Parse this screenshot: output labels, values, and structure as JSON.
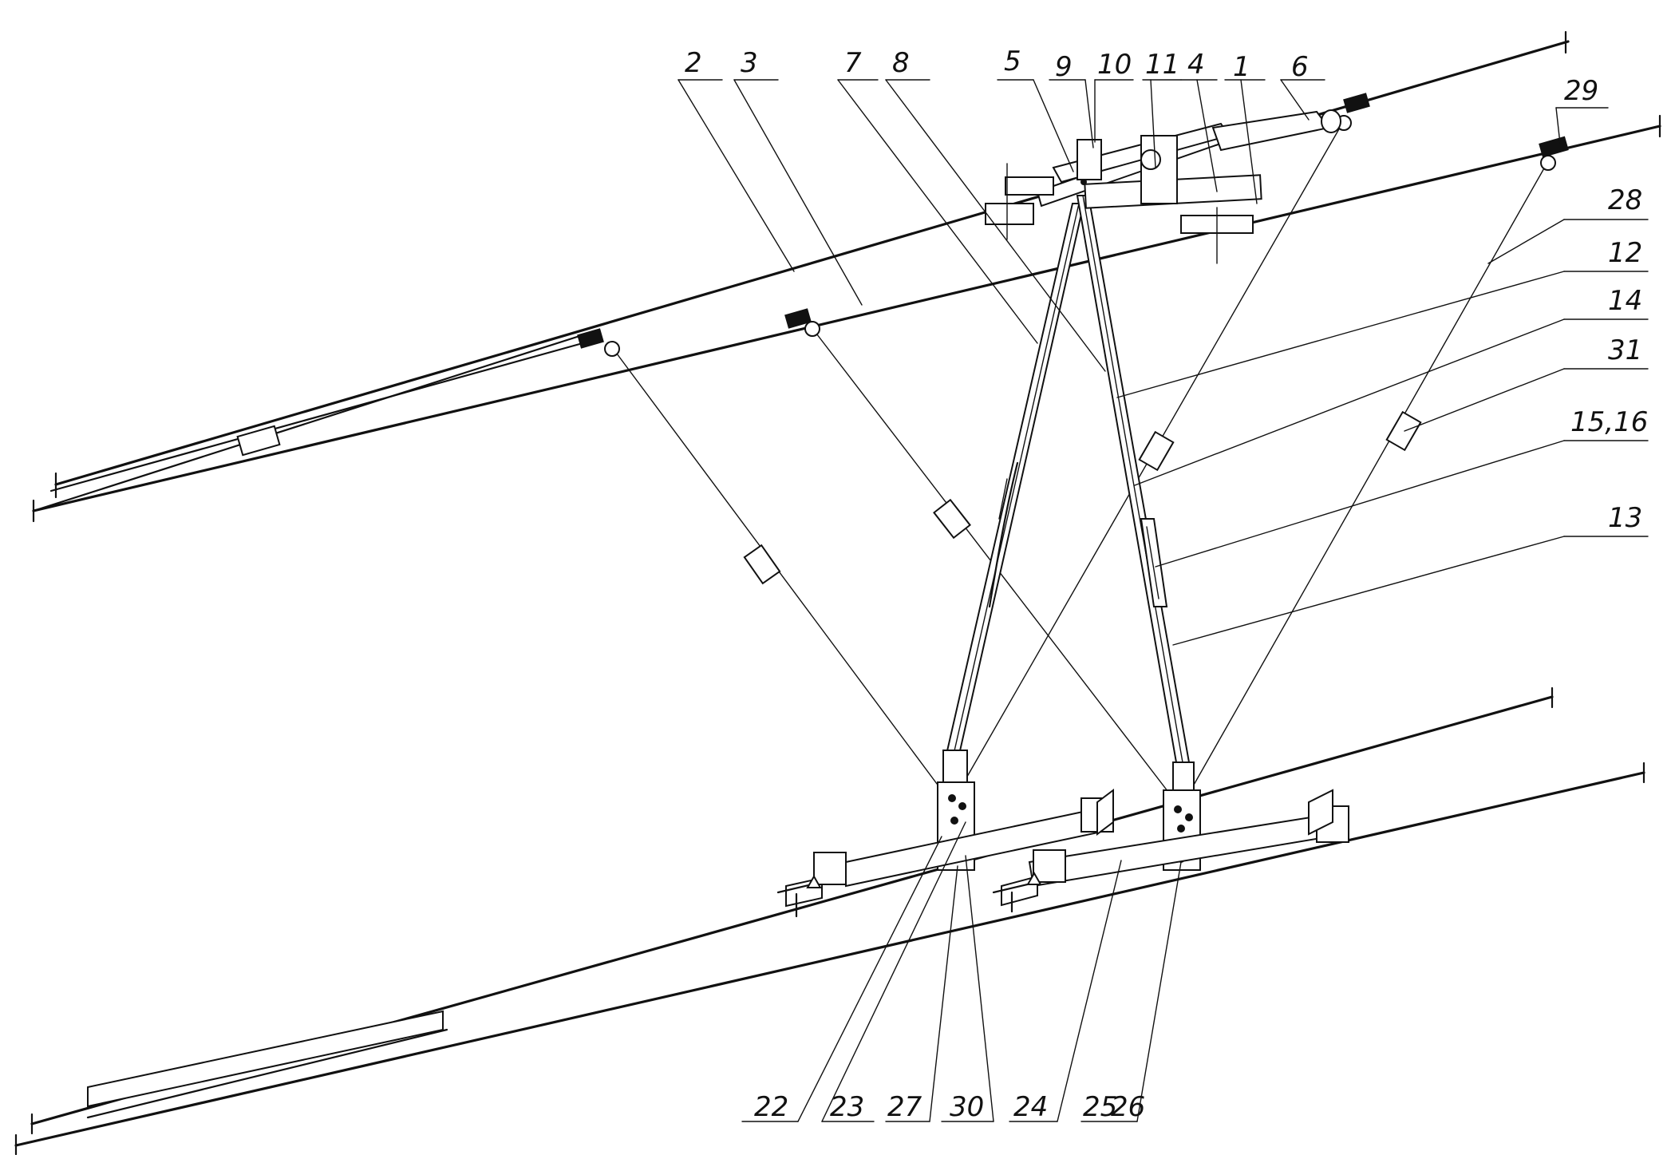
{
  "callouts": [
    "2",
    "3",
    "7",
    "8",
    "5",
    "9",
    "10",
    "11",
    "4",
    "1",
    "6",
    "29",
    "28",
    "12",
    "14",
    "31",
    "15,16",
    "13",
    "22",
    "23",
    "27",
    "30",
    "24",
    "25",
    "26"
  ],
  "colors": {
    "ink": "#111111",
    "paper": "#ffffff"
  }
}
